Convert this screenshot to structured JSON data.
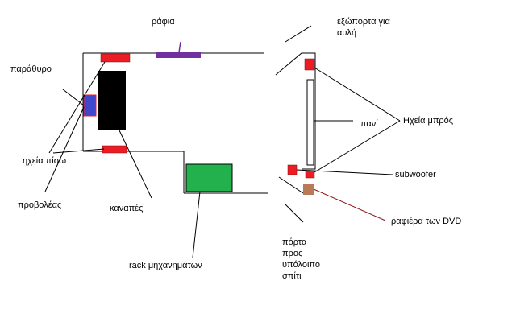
{
  "labels": {
    "rafia": "ράφια",
    "exostorta_line1": "εξώπορτα για",
    "exostorta_line2": "αυλή",
    "parathyro": "παράθυρο",
    "ixeia_mprostina": "Ηχεία μπρός",
    "pani": "πανί",
    "ixeia_pisw": "ηχεία πίσω",
    "subwoofer": "subwoofer",
    "provoleas": "προβολέας",
    "kanapes": "καναπές",
    "rafiera_dvd": "ραφιέρα των DVD",
    "rack": "rack μηχανημάτων",
    "porta_line1": "πόρτα",
    "porta_line2": "προς",
    "porta_line3": "υπόλοιπο",
    "porta_line4": "σπίτι"
  },
  "colors": {
    "speaker_red": "#ed1c24",
    "shelf_purple": "#7030a0",
    "sofa_black": "#000000",
    "window_blue": "#3f48cc",
    "rack_green": "#22b14c",
    "dvd_brown": "#b97a57",
    "dvd_pointer": "#8b1a1a"
  }
}
